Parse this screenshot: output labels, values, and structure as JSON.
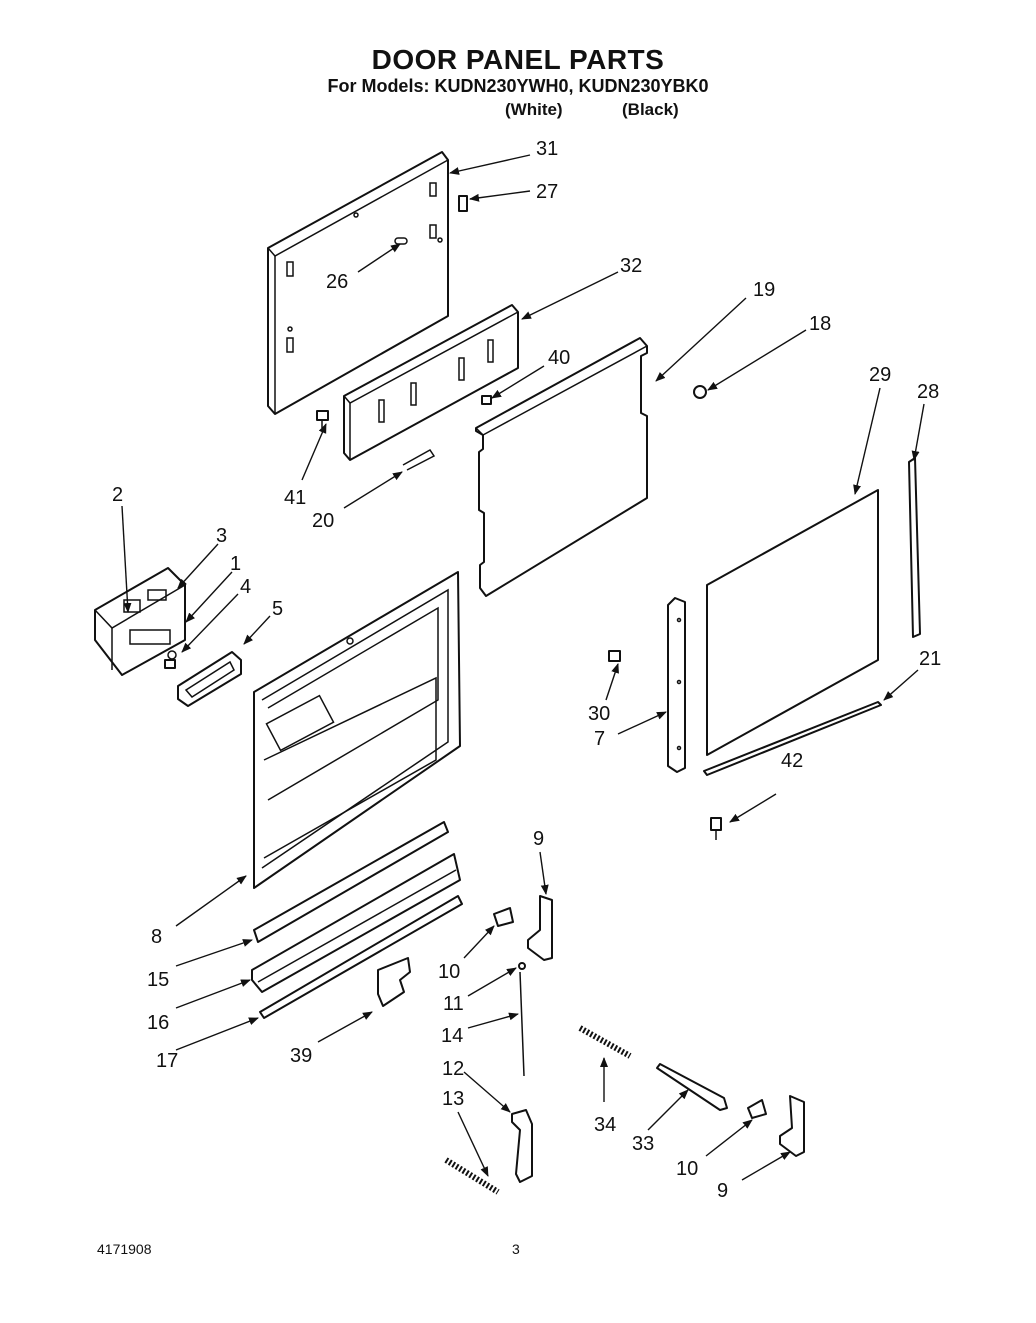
{
  "header": {
    "title": "DOOR PANEL PARTS",
    "models_line": "For Models: KUDN230YWH0, KUDN230YBK0",
    "variant_white": "(White)",
    "variant_black": "(Black)"
  },
  "callouts": {
    "c31": "31",
    "c27": "27",
    "c26": "26",
    "c32": "32",
    "c19": "19",
    "c18": "18",
    "c40": "40",
    "c41": "41",
    "c20": "20",
    "c29": "29",
    "c28": "28",
    "c2": "2",
    "c3": "3",
    "c1": "1",
    "c4": "4",
    "c5": "5",
    "c21": "21",
    "c30": "30",
    "c7": "7",
    "c42": "42",
    "c9a": "9",
    "c10a": "10",
    "c11": "11",
    "c14": "14",
    "c12": "12",
    "c13": "13",
    "c8": "8",
    "c15": "15",
    "c16": "16",
    "c17": "17",
    "c39": "39",
    "c34": "34",
    "c33": "33",
    "c10b": "10",
    "c9b": "9"
  },
  "footer": {
    "doc_number": "4171908",
    "page_number": "3"
  }
}
